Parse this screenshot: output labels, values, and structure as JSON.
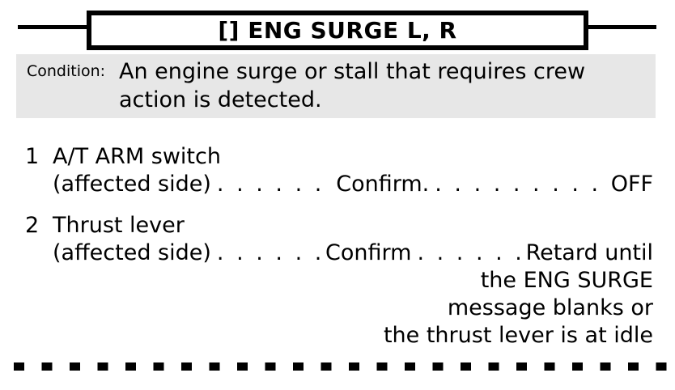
{
  "title_box": {
    "title": "[] ENG SURGE L, R"
  },
  "condition": {
    "label": "Condition:",
    "lines": [
      "An engine surge or stall that requires crew",
      "action is detected."
    ]
  },
  "checklist": {
    "leader_dots": ". . . . . . . . . . . . . . . . . . . . . . . . . . . . . . . . . . . .",
    "items": [
      {
        "number": "1",
        "name": "A/T ARM switch",
        "qualifier": "(affected side)",
        "action": "Confirm.",
        "result": "OFF"
      },
      {
        "number": "2",
        "name": "Thrust lever",
        "qualifier": "(affected side)",
        "action": "Confirm",
        "result": "Retard until",
        "continuation_lines": [
          "the ENG SURGE",
          "message blanks or",
          "the thrust lever is at idle"
        ]
      }
    ]
  },
  "colors": {
    "text": "#000000",
    "border": "#000000",
    "condition_bg": "#e7e7e7"
  }
}
